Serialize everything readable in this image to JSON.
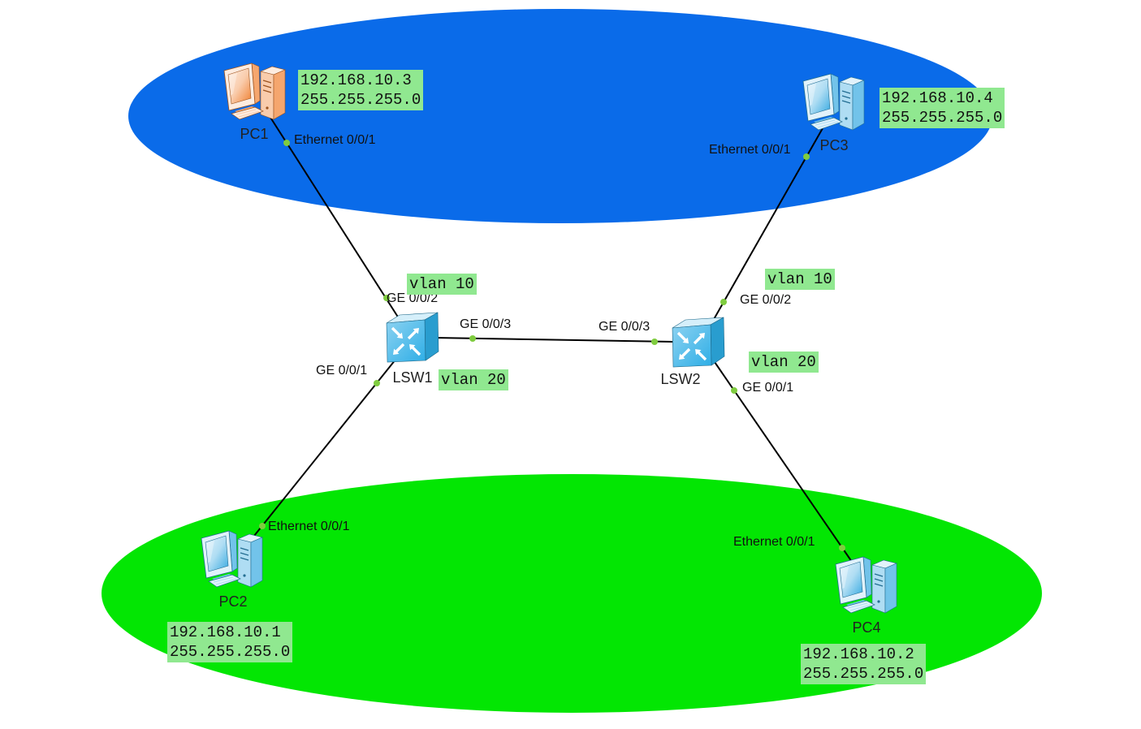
{
  "colors": {
    "area_top": "#0a6be9",
    "area_bottom": "#03e603",
    "note_background": "#90e890",
    "link": "#000000",
    "port_up": "#7fcc3f"
  },
  "devices": {
    "pc1": {
      "name": "PC1",
      "ip": "192.168.10.3",
      "mask": "255.255.255.0",
      "icon": "pc-icon",
      "icon_color": "#f08030"
    },
    "pc3": {
      "name": "PC3",
      "ip": "192.168.10.4",
      "mask": "255.255.255.0",
      "icon": "pc-icon",
      "icon_color": "#36a9e1"
    },
    "pc2": {
      "name": "PC2",
      "ip": "192.168.10.1",
      "mask": "255.255.255.0",
      "icon": "pc-icon",
      "icon_color": "#36a9e1"
    },
    "pc4": {
      "name": "PC4",
      "ip": "192.168.10.2",
      "mask": "255.255.255.0",
      "icon": "pc-icon",
      "icon_color": "#36a9e1"
    },
    "lsw1": {
      "name": "LSW1",
      "icon": "switch-icon",
      "icon_color": "#2eaee6"
    },
    "lsw2": {
      "name": "LSW2",
      "icon": "switch-icon",
      "icon_color": "#2eaee6"
    }
  },
  "links": {
    "pc1_lsw1": {
      "pc1_port": "Ethernet 0/0/1",
      "lsw1_port": "GE 0/0/2"
    },
    "pc3_lsw2": {
      "pc3_port": "Ethernet 0/0/1",
      "lsw2_port": "GE 0/0/2"
    },
    "lsw1_lsw2": {
      "lsw1_port": "GE 0/0/3",
      "lsw2_port": "GE 0/0/3"
    },
    "lsw1_pc2": {
      "lsw1_port": "GE 0/0/1",
      "pc2_port": "Ethernet 0/0/1"
    },
    "lsw2_pc4": {
      "lsw2_port": "GE 0/0/1",
      "pc4_port": "Ethernet 0/0/1"
    }
  },
  "vlan_notes": {
    "lsw1_upper": "vlan 10",
    "lsw1_lower": "vlan 20",
    "lsw2_upper": "vlan 10",
    "lsw2_lower": "vlan 20"
  }
}
